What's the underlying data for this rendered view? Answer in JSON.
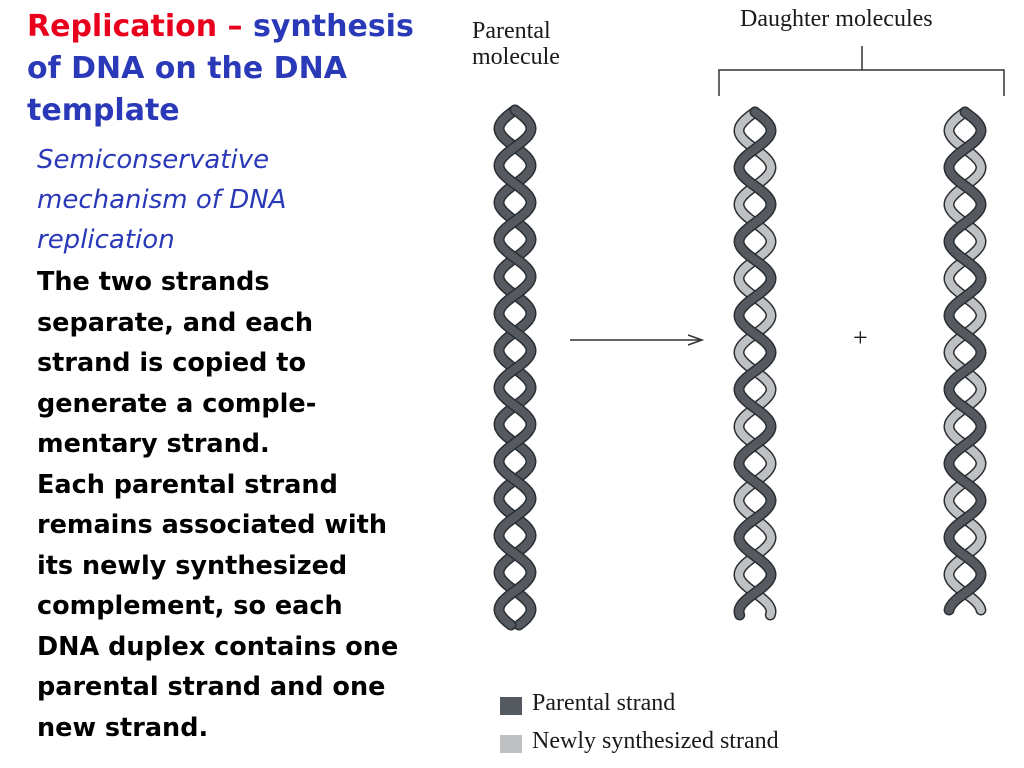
{
  "heading": {
    "red_part": "Replication –",
    "blue_part_1": "synthesis",
    "blue_line_2": "of DNA on the DNA",
    "blue_line_3": "template"
  },
  "subheading": [
    "Semiconservative",
    "mechanism of DNA",
    "replication"
  ],
  "body_lines": [
    "The two strands",
    "separate, and each",
    "strand is copied to",
    "generate a comple-",
    "mentary strand.",
    "Each parental strand",
    "remains associated with",
    "its newly synthesized",
    "complement, so each",
    "DNA duplex contains one",
    "parental strand and one",
    "new strand."
  ],
  "diagram": {
    "parental_label": [
      "Parental",
      "molecule"
    ],
    "daughter_label": "Daughter molecules",
    "plus_sign": "+",
    "legend": [
      {
        "label": "Parental strand",
        "color": "#545a60"
      },
      {
        "label": "Newly synthesized strand",
        "color": "#bfc0c1"
      }
    ]
  },
  "colors": {
    "red": "#e8001c",
    "blue": "#2a39b8",
    "parental_strand": "#545a60",
    "new_strand": "#bfc0c1"
  }
}
